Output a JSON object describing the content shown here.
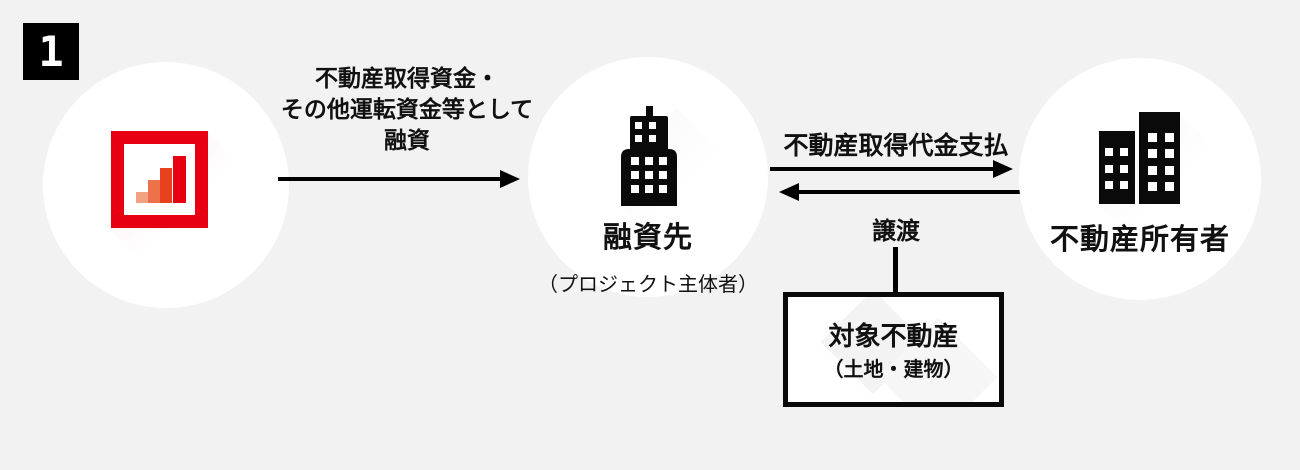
{
  "colors": {
    "background": "#f2f2f2",
    "black": "#0a0a0a",
    "brand_red": "#e60012",
    "logo_inner": "#ffffff",
    "logo_bar1": "#f2a183",
    "logo_bar2": "#ee7249",
    "logo_bar3": "#e8401f",
    "logo_bar4": "#e60012"
  },
  "step_badge": {
    "label": "1"
  },
  "nodes": {
    "lender": {
      "icon": "bar-chart-growth-logo-icon"
    },
    "borrower": {
      "title": "融資先",
      "subtitle": "（プロジェクト主体者）",
      "icon": "office-tower-icon"
    },
    "owner": {
      "title": "不動産所有者",
      "icon": "twin-buildings-icon"
    }
  },
  "flows": {
    "loan": {
      "lines": [
        "不動産取得資金・",
        "その他運転資金等として",
        "融資"
      ],
      "direction": "right"
    },
    "payment": {
      "label": "不動産取得代金支払",
      "direction": "right"
    },
    "transfer": {
      "label": "譲渡",
      "direction": "left"
    }
  },
  "property_box": {
    "title": "対象不動産",
    "subtitle": "（土地・建物）"
  }
}
